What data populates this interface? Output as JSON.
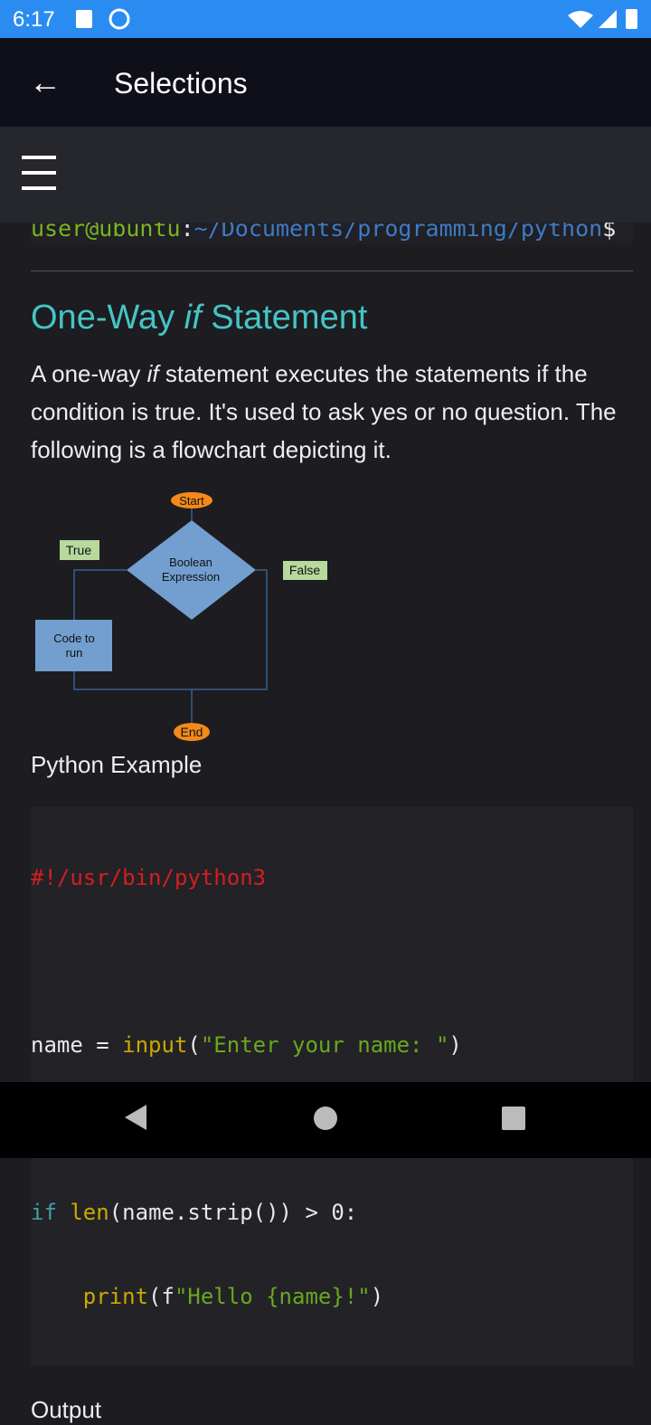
{
  "status": {
    "time": "6:17"
  },
  "appbar": {
    "title": "Selections"
  },
  "terminal": {
    "user": "user@ubuntu",
    "sep": ":",
    "path": "~/Documents/programming/python",
    "prompt": "$"
  },
  "heading": {
    "pre": "One-Way ",
    "em": "if",
    "post": " Statement"
  },
  "para": {
    "pre": "A one-way ",
    "em": "if",
    "post": " statement executes the statements if the condition is true. It's used to ask yes or no question. The following is a flowchart depicting it."
  },
  "flowchart": {
    "start": "Start",
    "decision1": "Boolean",
    "decision2": "Expression",
    "true": "True",
    "false": "False",
    "code1": "Code to",
    "code2": "run",
    "end": "End"
  },
  "python_label": "Python Example",
  "code": {
    "shebang": "#!/usr/bin/python3",
    "l2a": "name = ",
    "l2b": "input",
    "l2c": "(",
    "l2d": "\"Enter your name: \"",
    "l2e": ")",
    "l3a": "if ",
    "l3b": "len",
    "l3c": "(name.strip()) > 0:",
    "l4a": "    ",
    "l4b": "print",
    "l4c": "(f",
    "l4d": "\"Hello {name}!\"",
    "l4e": ")"
  },
  "output_label": "Output",
  "colors": {
    "accent": "#45c4c4",
    "statusbar": "#2a8cf0",
    "green": "#7ab51d",
    "blue": "#3e7bc2",
    "red": "#d21f1f"
  }
}
